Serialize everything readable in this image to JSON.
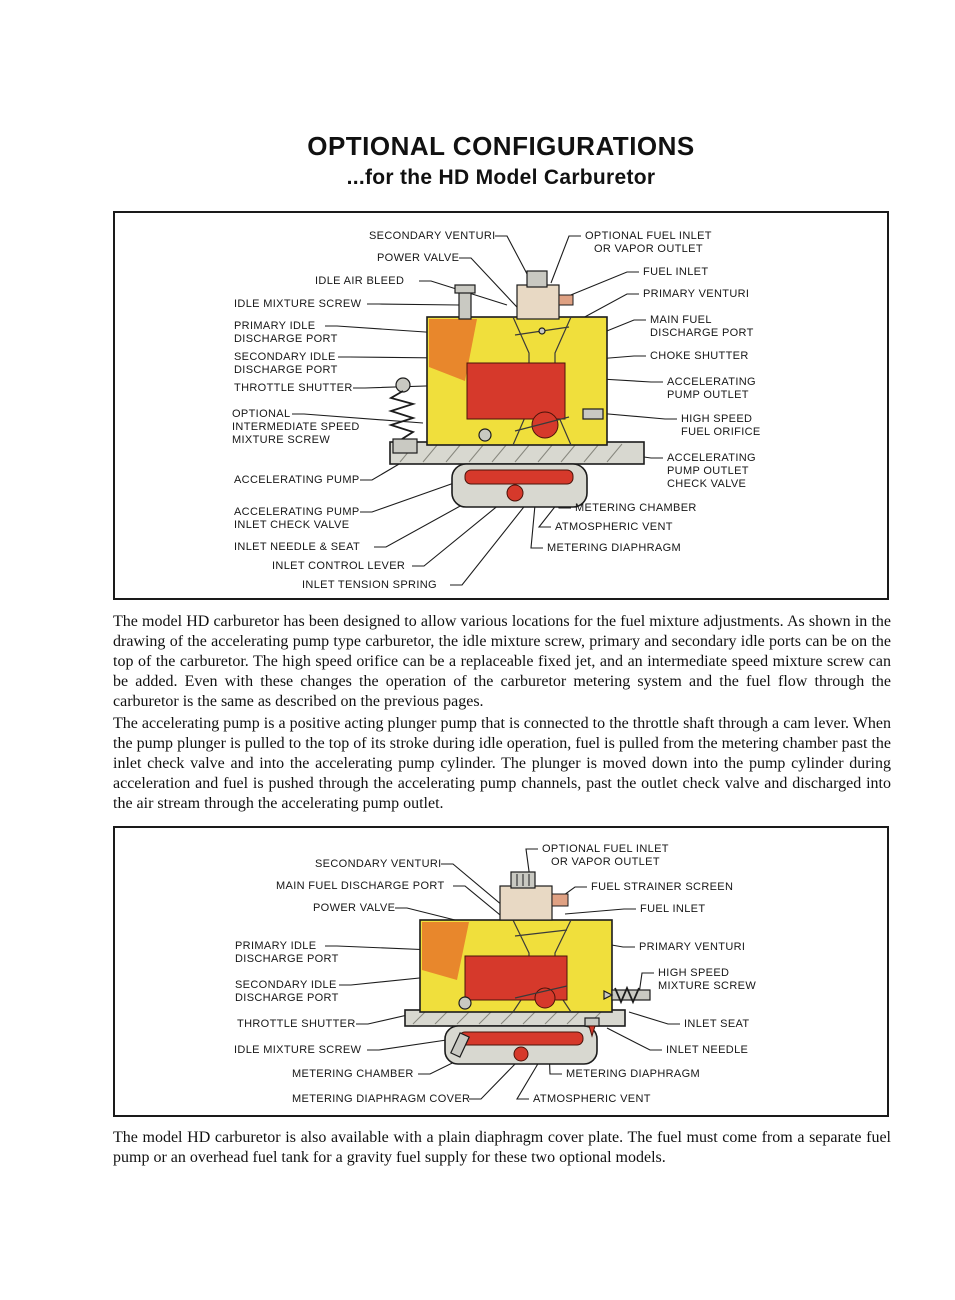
{
  "page": {
    "title": "OPTIONAL CONFIGURATIONS",
    "subtitle": "...for the HD Model Carburetor"
  },
  "colors": {
    "diagram_yellow": "#f0df3c",
    "diagram_orange": "#e8872c",
    "diagram_red": "#d6392b",
    "metal_gray": "#c9c9c2",
    "ink": "#111111",
    "paper": "#ffffff"
  },
  "figure1": {
    "labels_left": [
      "SECONDARY VENTURI",
      "POWER VALVE",
      "IDLE AIR BLEED",
      "IDLE MIXTURE SCREW",
      "PRIMARY IDLE\nDISCHARGE PORT",
      "SECONDARY IDLE\nDISCHARGE PORT",
      "THROTTLE SHUTTER",
      "OPTIONAL\nINTERMEDIATE SPEED\nMIXTURE SCREW",
      "ACCELERATING PUMP",
      "ACCELERATING PUMP\nINLET CHECK VALVE",
      "INLET NEEDLE & SEAT",
      "INLET CONTROL LEVER",
      "INLET TENSION SPRING"
    ],
    "labels_right": [
      "OPTIONAL FUEL INLET\nOR VAPOR OUTLET",
      "FUEL INLET",
      "PRIMARY VENTURI",
      "MAIN FUEL\nDISCHARGE PORT",
      "CHOKE SHUTTER",
      "ACCELERATING\nPUMP OUTLET",
      "HIGH SPEED\nFUEL ORIFICE",
      "ACCELERATING\nPUMP OUTLET\nCHECK VALVE",
      "METERING CHAMBER",
      "ATMOSPHERIC VENT",
      "METERING DIAPHRAGM"
    ]
  },
  "figure2": {
    "labels_left": [
      "SECONDARY VENTURI",
      "MAIN FUEL DISCHARGE PORT",
      "POWER VALVE",
      "PRIMARY IDLE\nDISCHARGE PORT",
      "SECONDARY IDLE\nDISCHARGE PORT",
      "THROTTLE SHUTTER",
      "IDLE MIXTURE SCREW",
      "METERING CHAMBER",
      "METERING DIAPHRAGM COVER"
    ],
    "labels_right": [
      "OPTIONAL FUEL INLET\nOR VAPOR OUTLET",
      "FUEL STRAINER SCREEN",
      "FUEL INLET",
      "PRIMARY VENTURI",
      "HIGH SPEED\nMIXTURE SCREW",
      "INLET SEAT",
      "INLET NEEDLE",
      "METERING DIAPHRAGM",
      "ATMOSPHERIC VENT"
    ]
  },
  "paragraphs": [
    "The model HD carburetor has been designed to allow various locations for the fuel mixture adjustments. As shown in the drawing of the accelerating pump type carburetor, the idle mixture screw, primary and secondary idle ports can be on the top of the carburetor. The high speed orifice can be a replaceable fixed jet, and an intermediate speed mixture screw can be added. Even with these changes the operation of the carburetor metering system and the fuel flow through the carburetor is the same as described on the previous pages.",
    "The accelerating pump is a positive acting plunger pump that is connected to the throttle shaft through a cam lever. When the pump plunger is pulled to the top of its stroke during idle operation, fuel is pulled from the metering chamber past the inlet check valve and into the accelerating pump cylinder. The plunger is moved down into the pump cylinder during acceleration and fuel is pushed through the accelerating pump channels, past the outlet check valve and discharged into the air stream through the accelerating pump outlet.",
    "The model HD carburetor is also available with a plain diaphragm cover plate. The fuel must come from a separate fuel pump or an overhead fuel tank for a gravity fuel supply for these two optional models."
  ]
}
